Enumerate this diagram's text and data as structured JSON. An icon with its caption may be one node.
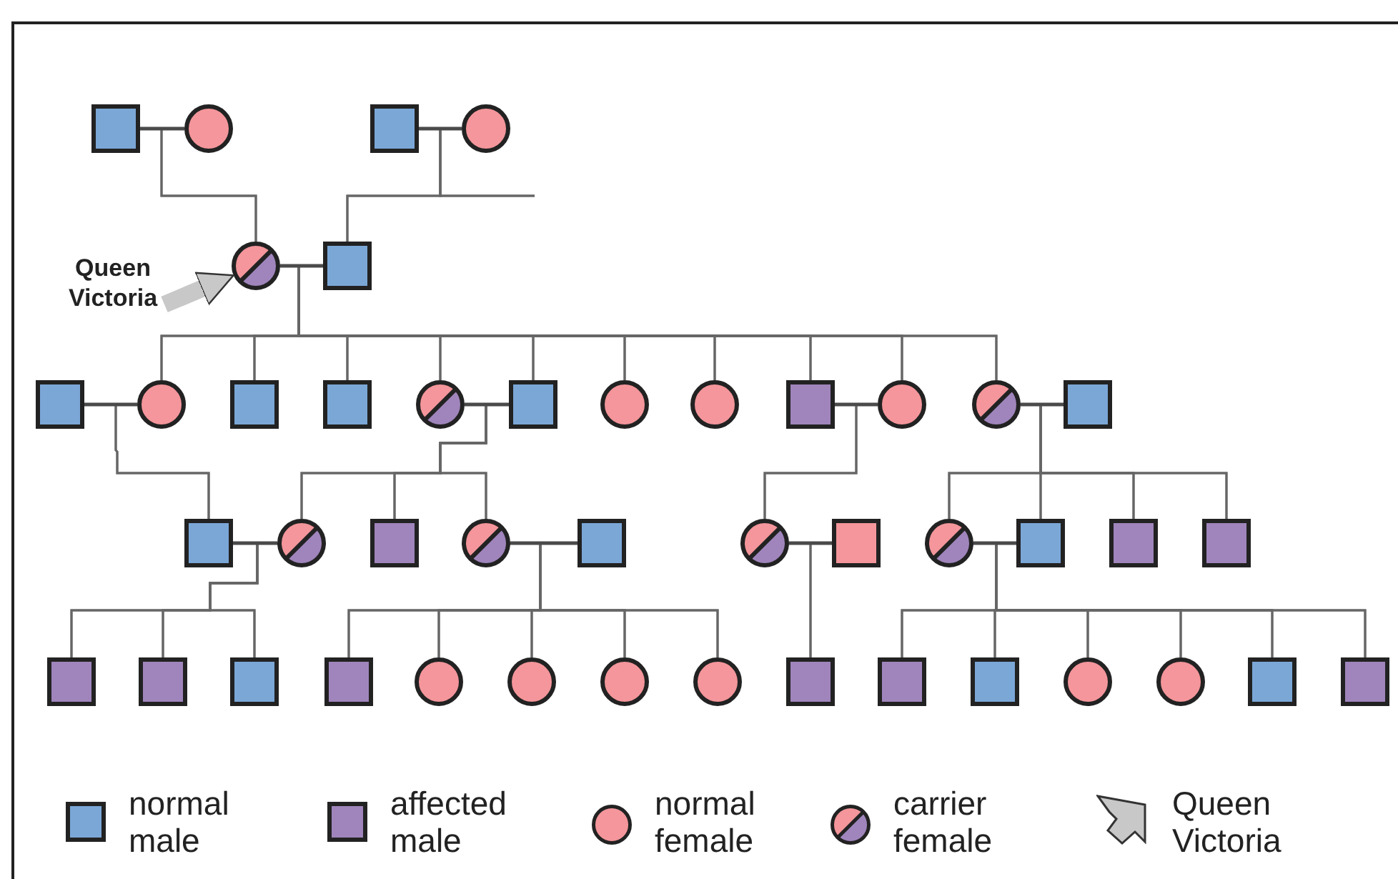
{
  "diagram": {
    "nodes": [
      {
        "text": [],
        "shape": "box"
      },
      {
        "text": [],
        "shape": "circle"
      },
      {
        "text": [],
        "shape": "box"
      },
      {
        "text": [],
        "shape": "circle"
      },
      {
        "text": [
          "Queen Victoria"
        ]
      },
      {
        "text": [],
        "shape": "circle"
      },
      {
        "text": [],
        "shape": "box"
      },
      {
        "text": [],
        "shape": "box"
      },
      {
        "text": [],
        "shape": "circle"
      },
      {
        "text": [],
        "shape": "box"
      },
      {
        "text": [],
        "shape": "box"
      },
      {
        "text": [],
        "shape": "circle"
      },
      {
        "text": [],
        "shape": "box"
      },
      {
        "text": [],
        "shape": "circle"
      },
      {
        "text": [],
        "shape": "circle"
      },
      {
        "text": [],
        "shape": "box"
      },
      {
        "text": [],
        "shape": "circle"
      },
      {
        "text": [],
        "shape": "circle"
      },
      {
        "text": [],
        "shape": "box"
      },
      {
        "text": [],
        "shape": "box"
      },
      {
        "text": [],
        "shape": "circle"
      },
      {
        "text": [],
        "shape": "box"
      },
      {
        "text": [],
        "shape": "circle"
      },
      {
        "text": [],
        "shape": "box"
      },
      {
        "text": [],
        "shape": "circle"
      },
      {
        "text": [],
        "shape": "box"
      },
      {
        "text": [],
        "shape": "circle"
      },
      {
        "text": [],
        "shape": "box"
      },
      {
        "text": [],
        "shape": "box"
      },
      {
        "text": [],
        "shape": "box"
      },
      {
        "text": [],
        "shape": "box"
      },
      {
        "text": [],
        "shape": "box"
      },
      {
        "text": [],
        "shape": "box"
      },
      {
        "text": [],
        "shape": "box"
      },
      {
        "text": [],
        "shape": "circle"
      },
      {
        "text": [],
        "shape": "circle"
      },
      {
        "text": [],
        "shape": "circle"
      },
      {
        "text": [],
        "shape": "circle"
      },
      {
        "text": [],
        "shape": "box"
      },
      {
        "text": [],
        "shape": "box"
      },
      {
        "text": [],
        "shape": "box"
      },
      {
        "text": [],
        "shape": "circle"
      },
      {
        "text": [],
        "shape": "circle"
      },
      {
        "text": [],
        "shape": "box"
      },
      {
        "text": [],
        "shape": "box"
      }
    ],
    "edges": [
      {
        "from": 0,
        "to": 1,
        "arrow": "none"
      },
      {
        "from": 2,
        "to": 3,
        "arrow": "none"
      },
      {
        "from": 0,
        "to": 5,
        "arrow": "none"
      },
      {
        "from": 1,
        "to": 5,
        "arrow": "none"
      },
      {
        "from": 2,
        "to": 6,
        "arrow": "none"
      },
      {
        "from": 3,
        "to": 6,
        "arrow": "none"
      },
      {
        "from": 2,
        "to": null,
        "arrow": "none"
      },
      {
        "from": 3,
        "to": null,
        "arrow": "none"
      },
      {
        "from": 4,
        "to": 5,
        "arrow": "to",
        "style": "thick",
        "color": "#c8c8c8"
      },
      {
        "from": 5,
        "to": 6,
        "arrow": "none"
      },
      {
        "from": 5,
        "to": 8,
        "arrow": "none"
      },
      {
        "from": 6,
        "to": 8,
        "arrow": "none"
      },
      {
        "from": 5,
        "to": 9,
        "arrow": "none"
      },
      {
        "from": 6,
        "to": 9,
        "arrow": "none"
      },
      {
        "from": 5,
        "to": 10,
        "arrow": "none"
      },
      {
        "from": 6,
        "to": 10,
        "arrow": "none"
      },
      {
        "from": 5,
        "to": 11,
        "arrow": "none"
      },
      {
        "from": 6,
        "to": 11,
        "arrow": "none"
      },
      {
        "from": 5,
        "to": 12,
        "arrow": "none"
      },
      {
        "from": 6,
        "to": 12,
        "arrow": "none"
      },
      {
        "from": 5,
        "to": 13,
        "arrow": "none"
      },
      {
        "from": 6,
        "to": 13,
        "arrow": "none"
      },
      {
        "from": 5,
        "to": 14,
        "arrow": "none"
      },
      {
        "from": 6,
        "to": 14,
        "arrow": "none"
      },
      {
        "from": 5,
        "to": 15,
        "arrow": "none"
      },
      {
        "from": 6,
        "to": 15,
        "arrow": "none"
      },
      {
        "from": 5,
        "to": 16,
        "arrow": "none"
      },
      {
        "from": 6,
        "to": 16,
        "arrow": "none"
      },
      {
        "from": 5,
        "to": 17,
        "arrow": "none"
      },
      {
        "from": 6,
        "to": 17,
        "arrow": "none"
      },
      {
        "from": 7,
        "to": 8,
        "arrow": "none"
      },
      {
        "from": 11,
        "to": 12,
        "arrow": "none"
      },
      {
        "from": 15,
        "to": 16,
        "arrow": "none"
      },
      {
        "from": 17,
        "to": 18,
        "arrow": "none"
      },
      {
        "from": 7,
        "to": 19,
        "arrow": "none"
      },
      {
        "from": 8,
        "to": 19,
        "arrow": "none"
      },
      {
        "from": 11,
        "to": 20,
        "arrow": "none"
      },
      {
        "from": 12,
        "to": 20,
        "arrow": "none"
      },
      {
        "from": 11,
        "to": 21,
        "arrow": "none"
      },
      {
        "from": 12,
        "to": 21,
        "arrow": "none"
      },
      {
        "from": 11,
        "to": 22,
        "arrow": "none"
      },
      {
        "from": 12,
        "to": 22,
        "arrow": "none"
      },
      {
        "from": 15,
        "to": 24,
        "arrow": "none"
      },
      {
        "from": 16,
        "to": 24,
        "arrow": "none"
      },
      {
        "from": 17,
        "to": 26,
        "arrow": "none"
      },
      {
        "from": 18,
        "to": 26,
        "arrow": "none"
      },
      {
        "from": 17,
        "to": 27,
        "arrow": "none"
      },
      {
        "from": 18,
        "to": 27,
        "arrow": "none"
      },
      {
        "from": 17,
        "to": 28,
        "arrow": "none"
      },
      {
        "from": 18,
        "to": 28,
        "arrow": "none"
      },
      {
        "from": 17,
        "to": 29,
        "arrow": "none"
      },
      {
        "from": 18,
        "to": 29,
        "arrow": "none"
      },
      {
        "from": 19,
        "to": 20,
        "arrow": "none"
      },
      {
        "from": 22,
        "to": 23,
        "arrow": "none"
      },
      {
        "from": 24,
        "to": 25,
        "arrow": "none"
      },
      {
        "from": 26,
        "to": 27,
        "arrow": "none"
      },
      {
        "from": 19,
        "to": 30,
        "arrow": "none"
      },
      {
        "from": 20,
        "to": 30,
        "arrow": "none"
      },
      {
        "from": 19,
        "to": 31,
        "arrow": "none"
      },
      {
        "from": 20,
        "to": 31,
        "arrow": "none"
      },
      {
        "from": 19,
        "to": 32,
        "arrow": "none"
      },
      {
        "from": 20,
        "to": 32,
        "arrow": "none"
      },
      {
        "from": 22,
        "to": 33,
        "arrow": "none"
      },
      {
        "from": 23,
        "to": 33,
        "arrow": "none"
      },
      {
        "from": 22,
        "to": 34,
        "arrow": "none"
      },
      {
        "from": 23,
        "to": 34,
        "arrow": "none"
      },
      {
        "from": 22,
        "to": 35,
        "arrow": "none"
      },
      {
        "from": 23,
        "to": 35,
        "arrow": "none"
      },
      {
        "from": 22,
        "to": 36,
        "arrow": "none"
      },
      {
        "from": 23,
        "to": 36,
        "arrow": "none"
      },
      {
        "from": 22,
        "to": 37,
        "arrow": "none"
      },
      {
        "from": 23,
        "to": 37,
        "arrow": "none"
      },
      {
        "from": 24,
        "to": 38,
        "arrow": "none"
      },
      {
        "from": 25,
        "to": 38,
        "arrow": "none"
      },
      {
        "from": 26,
        "to": 39,
        "arrow": "none"
      },
      {
        "from": 27,
        "to": 39,
        "arrow": "none"
      },
      {
        "from": 26,
        "to": 40,
        "arrow": "none"
      },
      {
        "from": 27,
        "to": 40,
        "arrow": "none"
      },
      {
        "from": 26,
        "to": 41,
        "arrow": "none"
      },
      {
        "from": 27,
        "to": 41,
        "arrow": "none"
      },
      {
        "from": 26,
        "to": 42,
        "arrow": "none"
      },
      {
        "from": 27,
        "to": 42,
        "arrow": "none"
      },
      {
        "from": 26,
        "to": 43,
        "arrow": "none"
      },
      {
        "from": 27,
        "to": 43,
        "arrow": "none"
      },
      {
        "from": 26,
        "to": 44,
        "arrow": "none"
      },
      {
        "from": 27,
        "to": 44,
        "arrow": "none"
      }
    ],
    "legend": [
      {
        "text": "normal male",
        "color": "#7ba7d7"
      },
      {
        "text": "affected male",
        "color": "#a085bc"
      },
      {
        "text": "normal female",
        "color": "#f4969b"
      },
      {
        "text": "carrier female"
      },
      {
        "text": "Queen Victoria"
      }
    ]
  }
}
